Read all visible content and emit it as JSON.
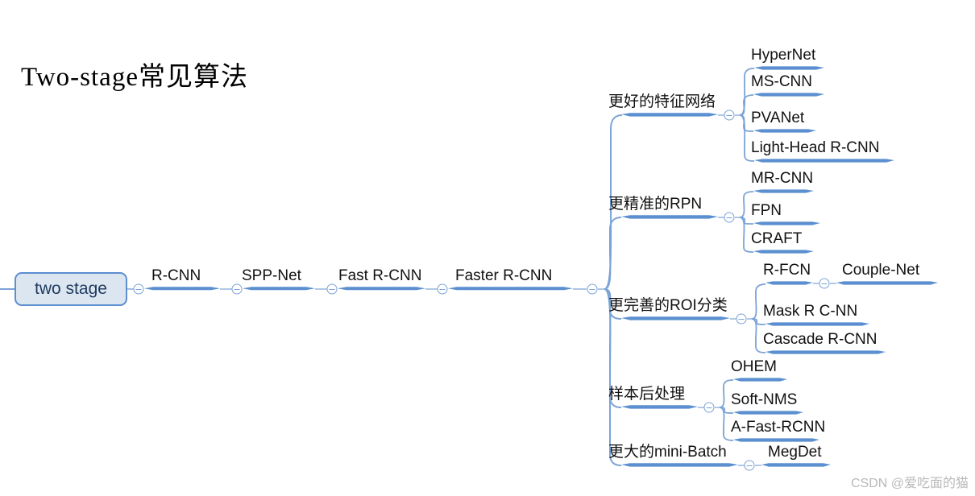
{
  "title": "Two-stage常见算法",
  "watermark": "CSDN @爱吃面的猫",
  "colors": {
    "line": "#5b8fd0",
    "line_light": "#7ba3d6",
    "root_fill": "#dce6f1",
    "root_border": "#5b8fd0",
    "text": "#111111",
    "watermark": "#b9b9b9"
  },
  "icons": {
    "toggle": "collapse-toggle-icon"
  },
  "root": {
    "label": "two stage"
  },
  "spine": [
    {
      "label": "R-CNN"
    },
    {
      "label": "SPP-Net"
    },
    {
      "label": "Fast R-CNN"
    },
    {
      "label": "Faster R-CNN"
    }
  ],
  "branches": [
    {
      "label": "更好的特征网络",
      "children": [
        {
          "label": "HyperNet"
        },
        {
          "label": "MS-CNN"
        },
        {
          "label": "PVANet"
        },
        {
          "label": "Light-Head R-CNN"
        }
      ]
    },
    {
      "label": "更精准的RPN",
      "children": [
        {
          "label": "MR-CNN"
        },
        {
          "label": "FPN"
        },
        {
          "label": "CRAFT"
        }
      ]
    },
    {
      "label": "更完善的ROI分类",
      "children": [
        {
          "label": "R-FCN",
          "children": [
            {
              "label": "Couple-Net"
            }
          ]
        },
        {
          "label": "Mask R C-NN"
        },
        {
          "label": "Cascade R-CNN"
        }
      ]
    },
    {
      "label": "样本后处理",
      "children": [
        {
          "label": "OHEM"
        },
        {
          "label": "Soft-NMS"
        },
        {
          "label": "A-Fast-RCNN"
        }
      ]
    },
    {
      "label": "更大的mini-Batch",
      "children": [
        {
          "label": "MegDet"
        }
      ]
    }
  ]
}
